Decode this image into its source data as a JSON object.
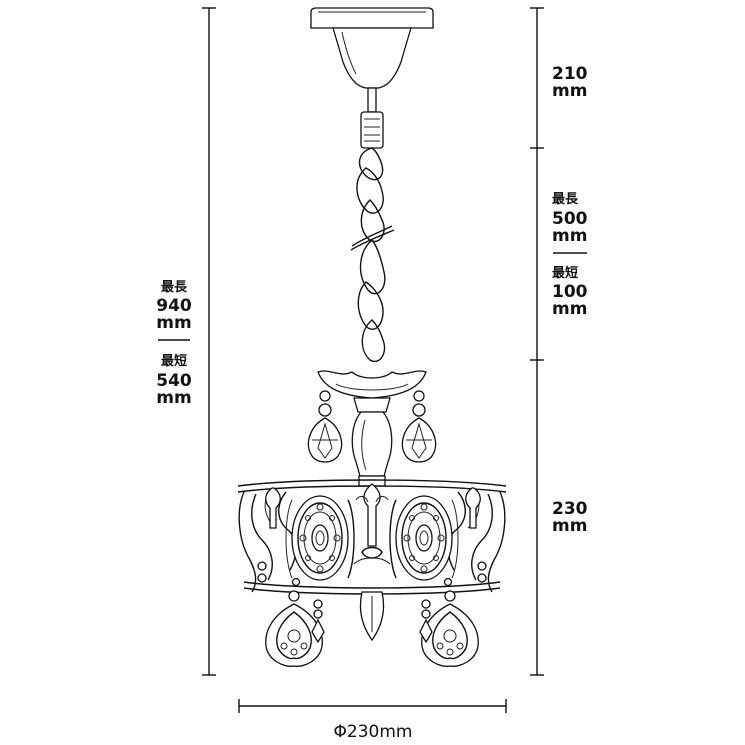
{
  "dimensions": {
    "total_height": {
      "max_label": "最長",
      "max_value": "940",
      "max_unit": "mm",
      "min_label": "最短",
      "min_value": "540",
      "min_unit": "mm"
    },
    "canopy": {
      "value": "210",
      "unit": "mm"
    },
    "chain": {
      "max_label": "最長",
      "max_value": "500",
      "max_unit": "mm",
      "min_label": "最短",
      "min_value": "100",
      "min_unit": "mm"
    },
    "body": {
      "value": "230",
      "unit": "mm"
    },
    "diameter": "Φ230mm"
  }
}
